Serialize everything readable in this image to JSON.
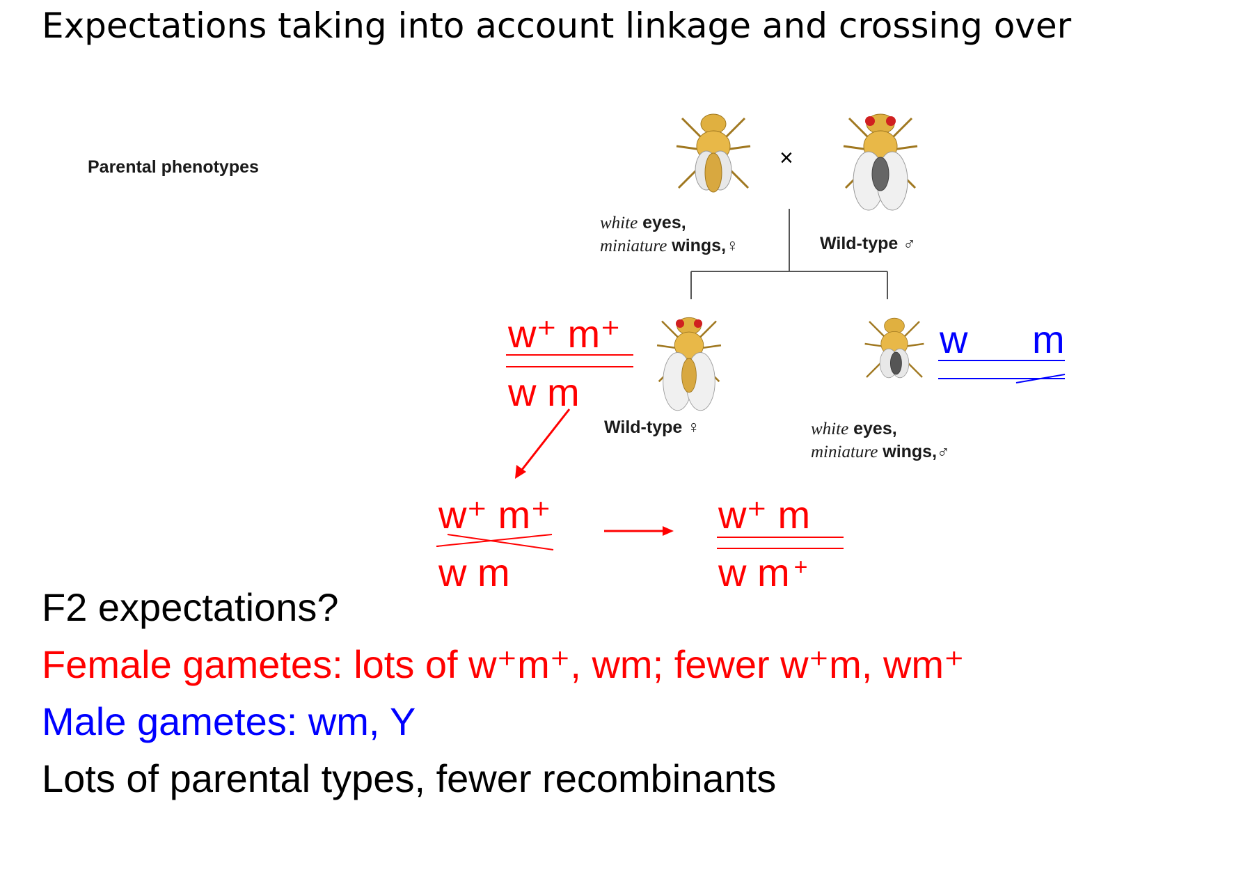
{
  "title": "Expectations taking into account linkage and crossing over",
  "parental_phenotypes_label": "Parental phenotypes",
  "cross_symbol": "×",
  "parent_female": {
    "italic1": "white",
    "rest1": " eyes,",
    "italic2": "miniature",
    "rest2": " wings,♀"
  },
  "parent_male": {
    "label": "Wild-type ♂"
  },
  "f1_female": {
    "label": "Wild-type ♀",
    "top": "w⁺ m⁺",
    "bottom": "w   m"
  },
  "f1_male": {
    "italic1": "white",
    "rest1": " eyes,",
    "italic2": "miniature",
    "rest2": " wings,♂",
    "geno_w": "w",
    "geno_m": "m"
  },
  "crossover": {
    "left_top": "w⁺ m⁺",
    "left_bottom": "w   m",
    "right_top": "w⁺ m",
    "right_bottom": "w  m",
    "right_bottom_sup": "+"
  },
  "lines": {
    "q": "F2 expectations?",
    "female": "Female gametes: lots of w⁺m⁺, wm; fewer w⁺m, wm⁺",
    "male": "Male gametes: wm, Y",
    "summary": "Lots of parental types, fewer recombinants"
  },
  "colors": {
    "red": "#ff0000",
    "blue": "#0000ff",
    "black": "#000000"
  },
  "icons": [
    "fly-white-miniature-female-icon",
    "fly-wild-type-male-icon",
    "fly-wild-type-female-icon",
    "fly-white-miniature-male-icon",
    "arrow-icon"
  ]
}
